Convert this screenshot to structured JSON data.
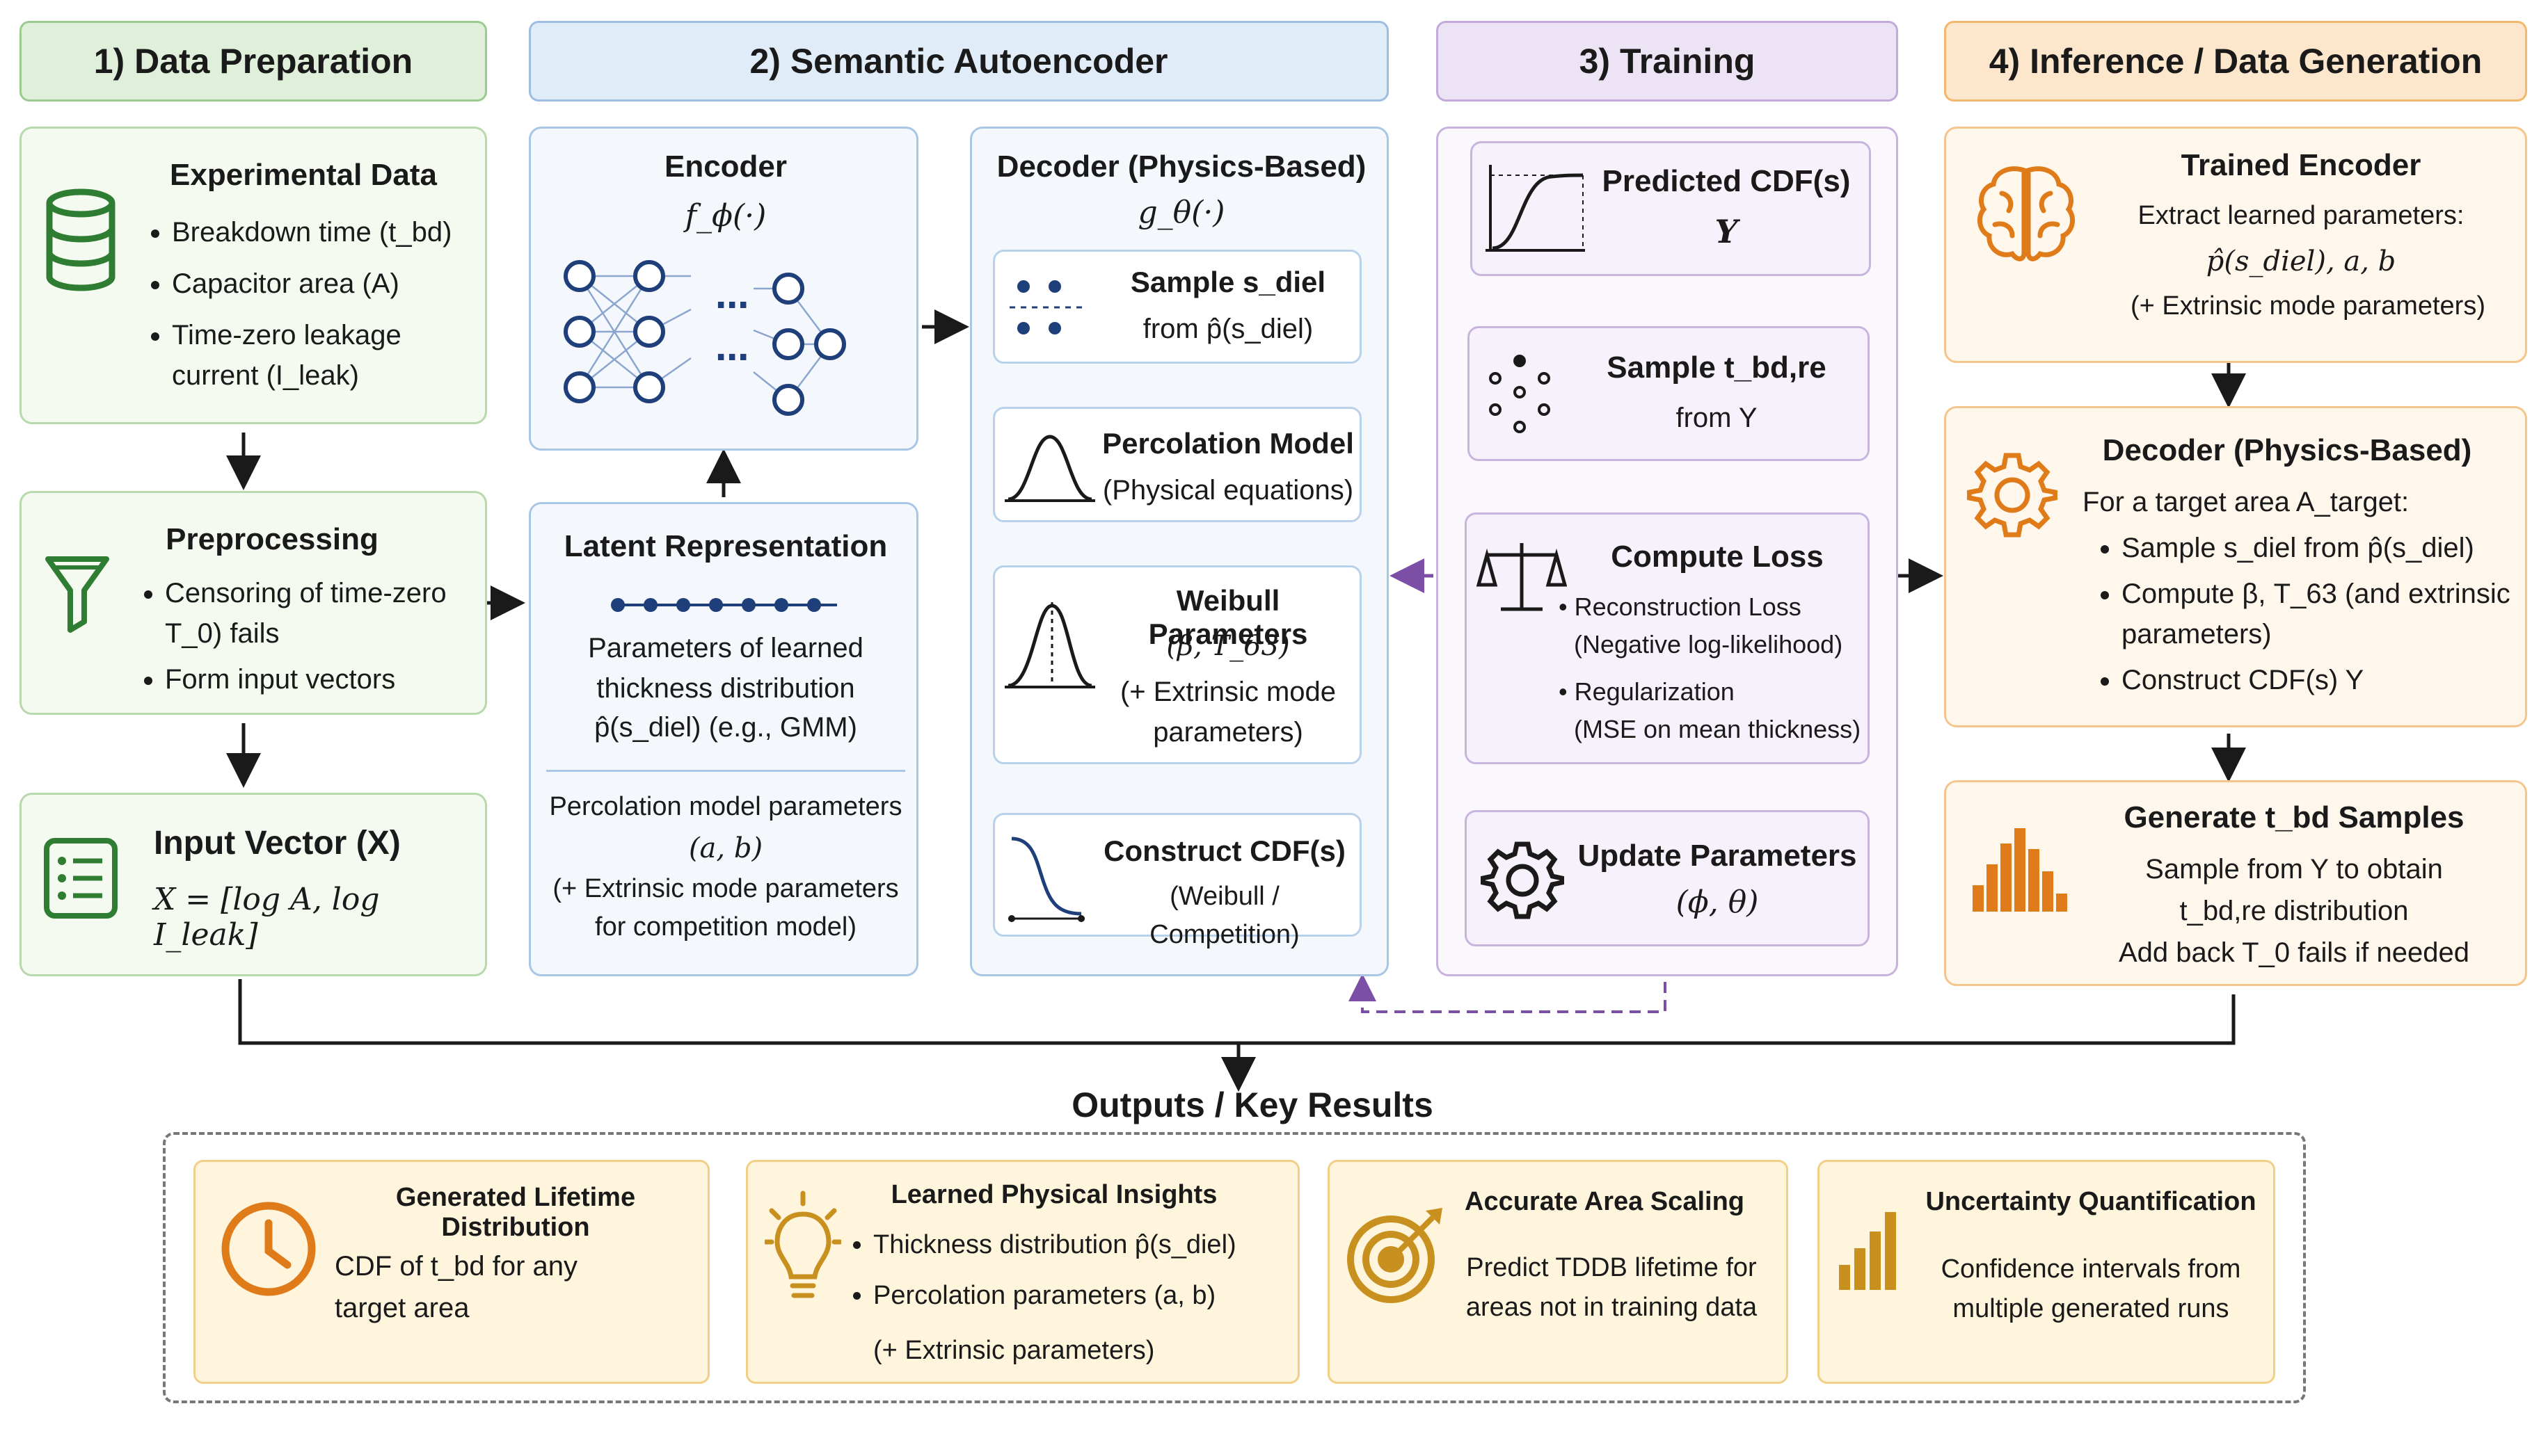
{
  "headers": {
    "prep": "1) Data Preparation",
    "ae": "2) Semantic Autoencoder",
    "train": "3) Training",
    "infer": "4) Inference / Data Generation"
  },
  "prep": {
    "exp_title": "Experimental Data",
    "exp_items": [
      "Breakdown time (t_bd)",
      "Capacitor area (A)",
      "Time-zero leakage current (I_leak)"
    ],
    "pre_title": "Preprocessing",
    "pre_items": [
      "Censoring of time-zero T_0) fails",
      "Form input vectors"
    ],
    "vec_title": "Input Vector (X)",
    "vec_formula": "X = [log A, log I_leak]"
  },
  "encoder": {
    "title": "Encoder",
    "func": "f_ϕ(·)",
    "dots": "⋯"
  },
  "latent": {
    "title": "Latent Representation",
    "text1": "Parameters of learned thickness distribution",
    "text2": "p̂(s_diel) (e.g., GMM)",
    "text3": "Percolation model parameters",
    "text4": "(a, b)",
    "text5": "(+ Extrinsic mode parameters for competition model)"
  },
  "decoder": {
    "title": "Decoder (Physics-Based)",
    "func": "g_θ(·)",
    "steps": [
      {
        "title": "Sample s_diel",
        "sub": "from p̂(s_diel)"
      },
      {
        "title": "Percolation Model",
        "sub": "(Physical equations)"
      },
      {
        "title": "Weibull Parameters",
        "sub": "(β, T_63)",
        "sub2": "(+ Extrinsic mode parameters)"
      },
      {
        "title": "Construct CDF(s)",
        "sub": "(Weibull / Competition)"
      }
    ]
  },
  "training": {
    "steps": [
      {
        "title": "Predicted CDF(s)",
        "sub": "Y"
      },
      {
        "title": "Sample t_bd,re",
        "sub": "from Y"
      },
      {
        "title": "Compute Loss",
        "items": [
          "Reconstruction Loss",
          "(Negative log-likelihood)",
          "Regularization",
          "(MSE on mean thickness)"
        ]
      },
      {
        "title": "Update Parameters",
        "sub": "(ϕ, θ)"
      }
    ]
  },
  "inference": {
    "enc_title": "Trained Encoder",
    "enc_text1": "Extract learned parameters:",
    "enc_text2": "p̂(s_diel), a, b",
    "enc_text3": "(+ Extrinsic mode parameters)",
    "dec_title": "Decoder (Physics-Based)",
    "dec_text": "For a target area A_target:",
    "dec_items": [
      "Sample s_diel from p̂(s_diel)",
      "Compute β, T_63 (and extrinsic parameters)",
      "Construct CDF(s) Y"
    ],
    "gen_title": "Generate t_bd Samples",
    "gen_text1": "Sample from Y to obtain",
    "gen_text2": "t_bd,re distribution",
    "gen_text3": "Add back T_0 fails if needed"
  },
  "outputs": {
    "title": "Outputs / Key Results",
    "cards": [
      {
        "title": "Generated Lifetime Distribution",
        "text": "CDF of t_bd for any target area"
      },
      {
        "title": "Learned Physical Insights",
        "items": [
          "Thickness distribution p̂(s_diel)",
          "Percolation parameters (a, b)",
          "(+ Extrinsic parameters)"
        ]
      },
      {
        "title": "Accurate Area Scaling",
        "text": "Predict TDDB lifetime for areas not in training data"
      },
      {
        "title": "Uncertainty Quantification",
        "text": "Confidence intervals from multiple generated runs"
      }
    ]
  },
  "colors": {
    "green": "#2e7d32",
    "navy": "#1f3f7a",
    "orange": "#e07b1a",
    "gold": "#c8901e",
    "purple": "#7b4fa6"
  },
  "icons": [
    "database-icon",
    "funnel-icon",
    "list-document-icon",
    "neural-network-icon",
    "brain-icon",
    "gear-icon",
    "histogram-icon",
    "clock-icon",
    "lightbulb-icon",
    "target-icon",
    "bar-chart-icon",
    "scales-icon",
    "cdf-curve-icon",
    "bell-curve-icon",
    "weibull-curve-icon",
    "scatter-dots-icon"
  ]
}
